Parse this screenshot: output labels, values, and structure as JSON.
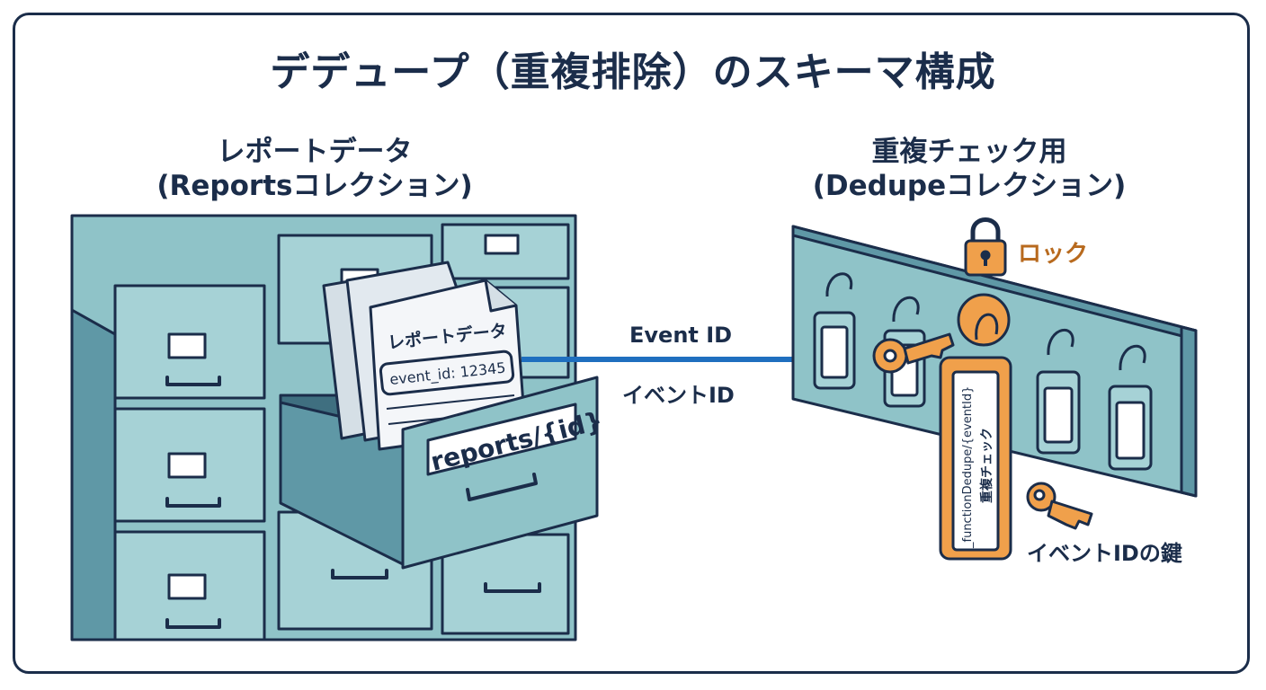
{
  "title": "デデュープ（重複排除）のスキーマ構成",
  "left_section": {
    "title_line1": "レポートデータ",
    "title_line2": "(Reportsコレクション)",
    "document_title": "レポートデータ",
    "document_field": "event_id: 12345",
    "drawer_label": "reports/{id}"
  },
  "arrow": {
    "label_en": "Event ID",
    "label_ja": "イベントID"
  },
  "right_section": {
    "title_line1": "重複チェック用",
    "title_line2": "(Dedupeコレクション)",
    "lock_label": "ロック",
    "tag_path": "_functionDedupe/{eventId}",
    "tag_text": "重複チェック",
    "key_label": "イベントIDの鍵"
  },
  "colors": {
    "navy": "#1b2d4a",
    "cabinet": "#8fc3c8",
    "cabinet_dark": "#5f98a6",
    "highlight": "#f0a04b",
    "arrow_blue": "#1f6fbf"
  }
}
